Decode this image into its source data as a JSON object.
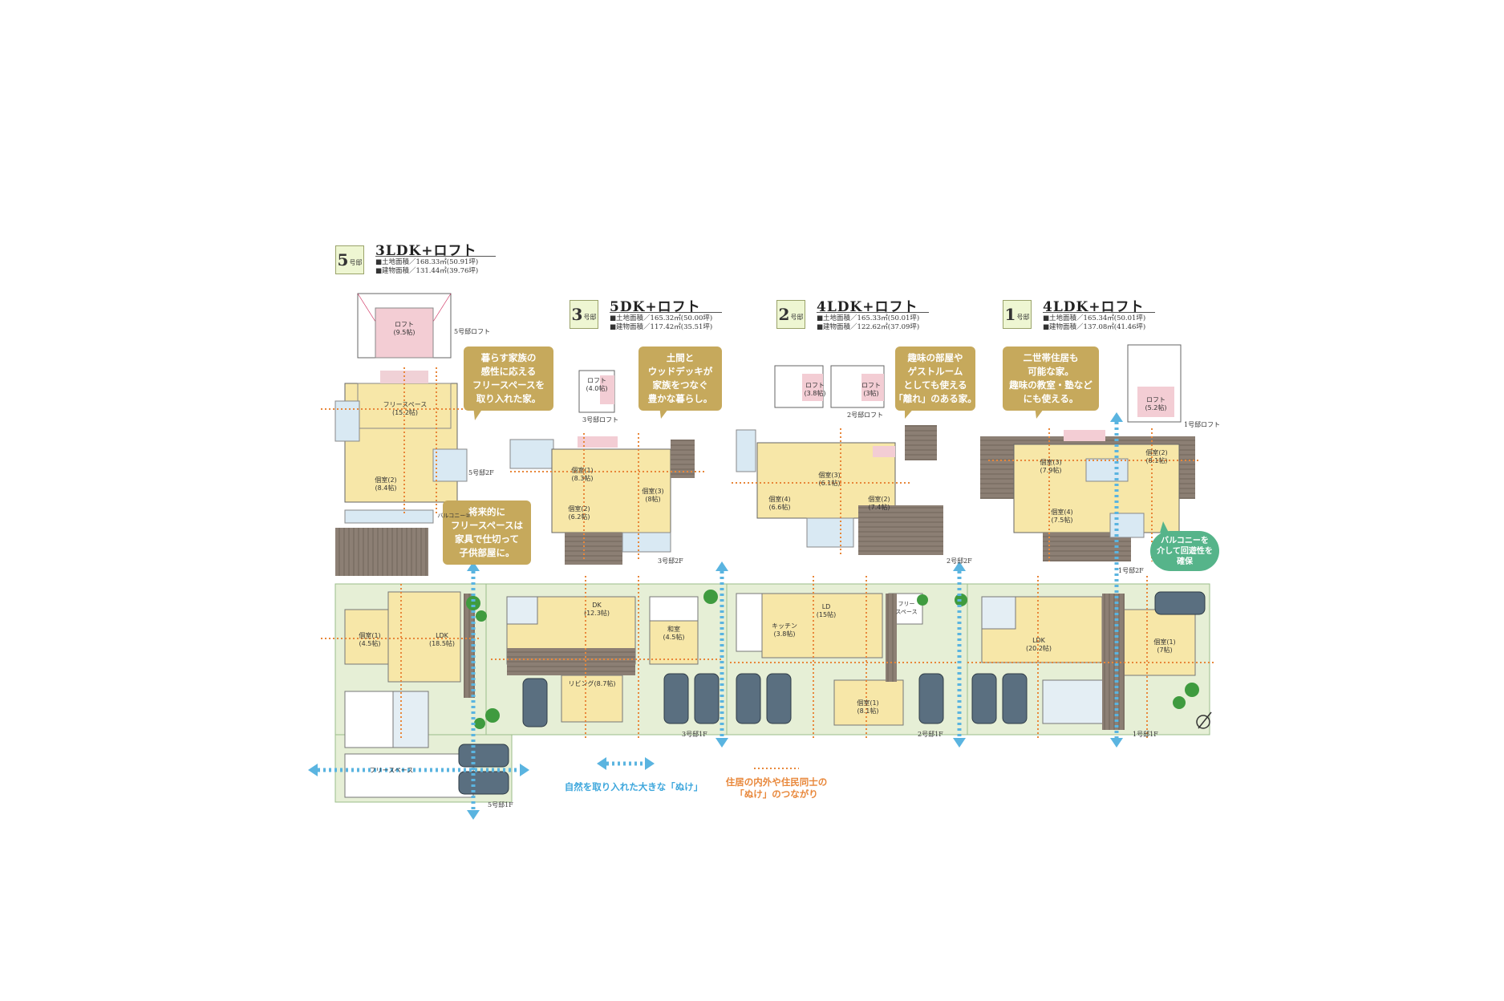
{
  "units": [
    {
      "num": "5",
      "suffix": "号邸",
      "type": "3LDK+ロフト",
      "land": "■土地面積／168.33㎡(50.91坪)",
      "building": "■建物面積／131.44㎡(39.76坪)"
    },
    {
      "num": "3",
      "suffix": "号邸",
      "type": "5DK+ロフト",
      "land": "■土地面積／165.32㎡(50.00坪)",
      "building": "■建物面積／117.42㎡(35.51坪)"
    },
    {
      "num": "2",
      "suffix": "号邸",
      "type": "4LDK+ロフト",
      "land": "■土地面積／165.33㎡(50.01坪)",
      "building": "■建物面積／122.62㎡(37.09坪)"
    },
    {
      "num": "1",
      "suffix": "号邸",
      "type": "4LDK+ロフト",
      "land": "■土地面積／165.34㎡(50.01坪)",
      "building": "■建物面積／137.08㎡(41.46坪)"
    }
  ],
  "bubbles": {
    "b5a": "暮らす家族の\n感性に応える\nフリースペースを\n取り入れた家。",
    "b5b": "将来的に\nフリースペースは\n家具で仕切って\n子供部屋に。",
    "b3": "土間と\nウッドデッキが\n家族をつなぐ\n豊かな暮らし。",
    "b2": "趣味の部屋や\nゲストルーム\nとしても使える\n「離れ」のある家。",
    "b1": "二世帯住居も\n可能な家。\n趣味の教室・塾など\nにも使える。",
    "green": "バルコニーを\n介して回遊性を\n確保"
  },
  "floor_labels": {
    "l5loft": "5号邸ロフト",
    "l5_2f": "5号邸2F",
    "l5_1f": "5号邸1F",
    "l3loft": "3号邸ロフト",
    "l3_2f": "3号邸2F",
    "l3_1f": "3号邸1F",
    "l2loft": "2号邸ロフト",
    "l2_2f": "2号邸2F",
    "l2_1f": "2号邸1F",
    "l1loft": "1号邸ロフト",
    "l1_2f": "1号邸2F",
    "l1_1f": "1号邸1F"
  },
  "rooms": {
    "r5loft": "ロフト\n(9.5帖)",
    "r5free2": "フリースペース\n(15.2帖)",
    "r5room2": "個室(2)\n(8.4帖)",
    "r5room1": "個室(1)\n(4.5帖)",
    "r5ldk": "LDK\n(18.5帖)",
    "r5free1": "フリースペース",
    "r5bal": "バルコニー②",
    "r3loft": "ロフト\n(4.0帖)",
    "r3room1": "個室(1)\n(8.3帖)",
    "r3room2": "個室(2)\n(6.2帖)",
    "r3room3": "個室(3)\n(8帖)",
    "r3dk": "DK\n(12.3帖)",
    "r3wa": "和室\n(4.5帖)",
    "r3living": "リビング(8.7帖)",
    "r2loft1": "ロフト\n(3.8帖)",
    "r2loft2": "ロフト\n(3帖)",
    "r2room4": "個室(4)\n(6.6帖)",
    "r2room3": "個室(3)\n(6.1帖)",
    "r2room2": "個室(2)\n(7.4帖)",
    "r2ld": "LD\n(15帖)",
    "r2kit": "キッチン\n(3.8帖)",
    "r2room1": "個室(1)\n(8.1帖)",
    "r2free": "フリー\nスペース",
    "r1loft": "ロフト\n(5.2帖)",
    "r1room3": "個室(3)\n(7.9帖)",
    "r1room2": "個室(2)\n(8.1帖)",
    "r1room4": "個室(4)\n(7.5帖)",
    "r1ldk": "LDK\n(20.2帖)",
    "r1room1": "個室(1)\n(7帖)"
  },
  "legend": {
    "blue": "自然を取り入れた大きな「ぬけ」",
    "orange": "住居の内外や住民同士の\n「ぬけ」のつながり"
  },
  "colors": {
    "blue": "#5ab4e0",
    "orange": "#e8873a",
    "gold": "#c6a95c",
    "green": "#56b48a",
    "floor": "#f7e7a8",
    "lot": "#e6efd6",
    "deck": "#8c7f74"
  }
}
